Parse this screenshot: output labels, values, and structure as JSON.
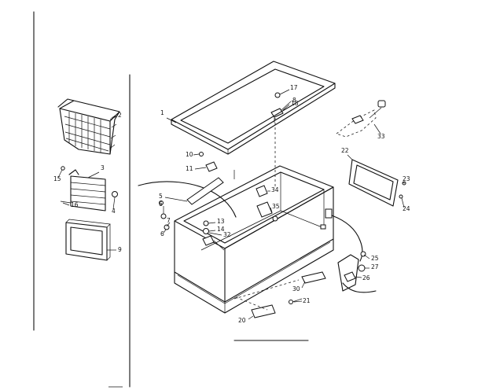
{
  "callouts": [
    {
      "id": "1",
      "text": "1"
    },
    {
      "id": "2",
      "text": "2"
    },
    {
      "id": "3",
      "text": "3"
    },
    {
      "id": "4",
      "text": "4"
    },
    {
      "id": "5",
      "text": "5"
    },
    {
      "id": "6a",
      "text": "6"
    },
    {
      "id": "6b",
      "text": "6"
    },
    {
      "id": "7",
      "text": "7"
    },
    {
      "id": "8",
      "text": "8"
    },
    {
      "id": "9",
      "text": "9"
    },
    {
      "id": "10",
      "text": "10"
    },
    {
      "id": "11",
      "text": "11"
    },
    {
      "id": "13",
      "text": "13"
    },
    {
      "id": "14",
      "text": "14"
    },
    {
      "id": "15",
      "text": "15"
    },
    {
      "id": "16",
      "text": "16"
    },
    {
      "id": "17",
      "text": "17"
    },
    {
      "id": "18",
      "text": "18"
    },
    {
      "id": "20",
      "text": "20"
    },
    {
      "id": "21",
      "text": "21"
    },
    {
      "id": "22",
      "text": "22"
    },
    {
      "id": "23",
      "text": "23"
    },
    {
      "id": "24",
      "text": "24"
    },
    {
      "id": "25",
      "text": "25"
    },
    {
      "id": "26",
      "text": "26"
    },
    {
      "id": "27",
      "text": "27"
    },
    {
      "id": "30",
      "text": "30"
    },
    {
      "id": "32",
      "text": "32"
    },
    {
      "id": "33",
      "text": "33"
    },
    {
      "id": "34",
      "text": "34"
    },
    {
      "id": "35",
      "text": "35"
    }
  ],
  "colors": {
    "ink": "#111111",
    "paper": "#ffffff"
  }
}
